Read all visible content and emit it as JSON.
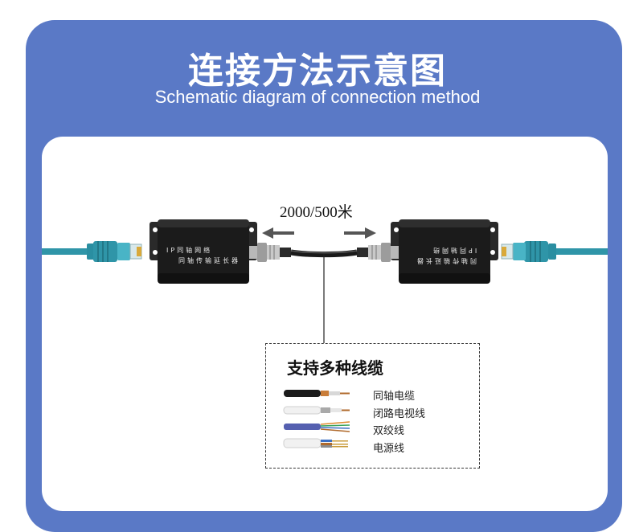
{
  "header": {
    "title_zh": "连接方法示意图",
    "title_en": "Schematic diagram of connection method"
  },
  "diagram": {
    "distance_label": "2000/500米",
    "left_device": {
      "line1": "IP同轴网络",
      "line2": "同轴传输延长器"
    },
    "right_device": {
      "line1": "IP同轴网络",
      "line2": "同轴传输延长器"
    }
  },
  "legend": {
    "title": "支持多种线缆",
    "items": [
      {
        "label": "同轴电缆",
        "icon": "coax-cable-icon"
      },
      {
        "label": "闭路电视线",
        "icon": "cctv-cable-icon"
      },
      {
        "label": "双绞线",
        "icon": "twisted-pair-icon"
      },
      {
        "label": "电源线",
        "icon": "power-cable-icon"
      }
    ]
  },
  "colors": {
    "background_card": "#5a79c6",
    "panel": "#ffffff",
    "ethernet_cable": "#2f95a8",
    "device_body": "#1b1b1b"
  }
}
